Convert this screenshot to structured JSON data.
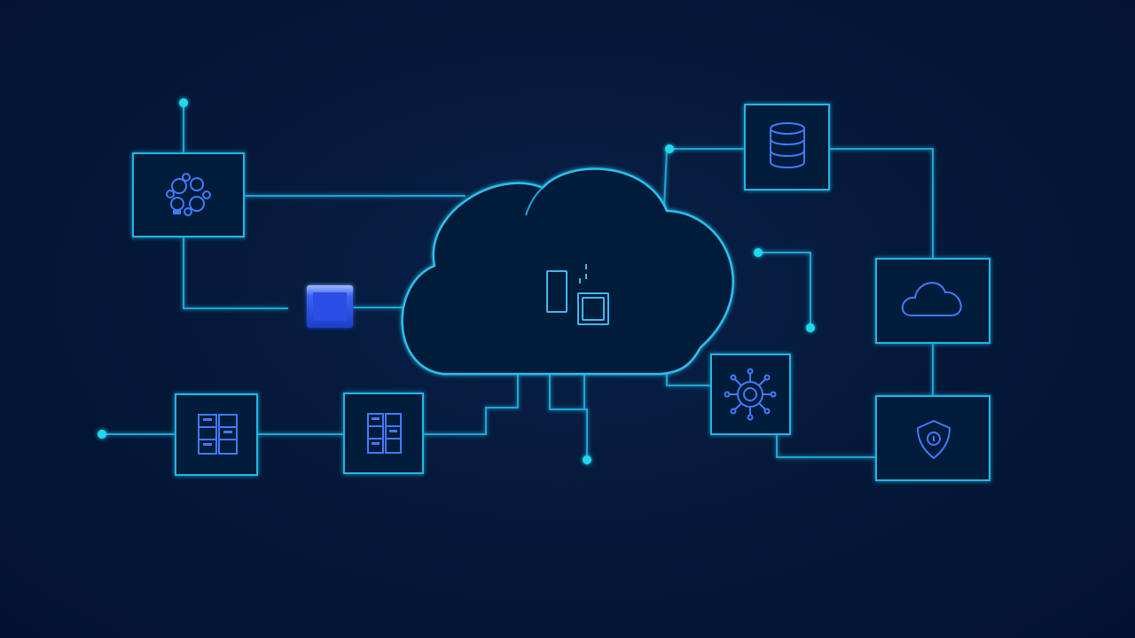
{
  "diagram": {
    "theme": {
      "background": "#041633",
      "line_color": "#1aa7d8",
      "node_color": "#20d8f0",
      "icon_color": "#3f7bff",
      "chip_color": "#2f5cf2"
    },
    "center": {
      "icon": "cloud-computing-icon"
    },
    "nodes": [
      {
        "id": "puzzle",
        "icon": "puzzle-pieces-icon"
      },
      {
        "id": "database",
        "icon": "database-icon"
      },
      {
        "id": "cloud",
        "icon": "cloud-icon"
      },
      {
        "id": "virus",
        "icon": "virus-icon"
      },
      {
        "id": "shield",
        "icon": "security-shield-icon"
      },
      {
        "id": "rack-1",
        "icon": "server-rack-icon"
      },
      {
        "id": "rack-2",
        "icon": "server-rack-icon"
      },
      {
        "id": "chip",
        "icon": "chip-square-icon"
      }
    ]
  }
}
